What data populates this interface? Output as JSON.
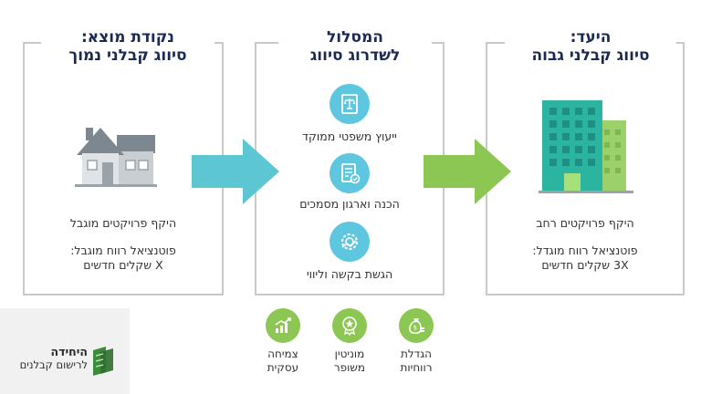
{
  "panels": {
    "origin": {
      "title_line1": "נקודת מוצא:",
      "title_line2": "סיווג קבלני נמוך",
      "text1": "היקף פרויקטים מוגבל",
      "text2_line1": "פוטנציאל רווח מוגבל:",
      "text2_line2": "X שקלים חדשים"
    },
    "path": {
      "title_line1": "המסלול",
      "title_line2": "לשדרוג סיווג",
      "steps": [
        {
          "label": "ייעוץ משפטי ממוקד",
          "icon": "legal-book-icon"
        },
        {
          "label": "הכנה וארגון מסמכים",
          "icon": "document-check-icon"
        },
        {
          "label": "הגשת בקשה וליווי",
          "icon": "gear-handshake-icon"
        }
      ]
    },
    "goal": {
      "title_line1": "היעד:",
      "title_line2": "סיווג קבלני גבוה",
      "text1": "היקף פרויקטים רחב",
      "text2_line1": "פוטנציאל רווח מוגדל:",
      "text2_line2": "3X שקלים חדשים"
    }
  },
  "benefits": [
    {
      "line1": "הגדלת",
      "line2": "רווחיות",
      "icon": "money-bag-icon"
    },
    {
      "line1": "מוניטין",
      "line2": "משופר",
      "icon": "star-badge-icon"
    },
    {
      "line1": "צמיחה",
      "line2": "עסקית",
      "icon": "growth-chart-icon"
    }
  ],
  "logo": {
    "line1": "היחידה",
    "line2": "לרישום קבלנים"
  },
  "colors": {
    "title": "#1b2a55",
    "arrow_blue": "#5cc7d3",
    "arrow_green": "#8cc653",
    "benefit_green": "#8cc653",
    "step_blue": "#5fc6e0"
  }
}
